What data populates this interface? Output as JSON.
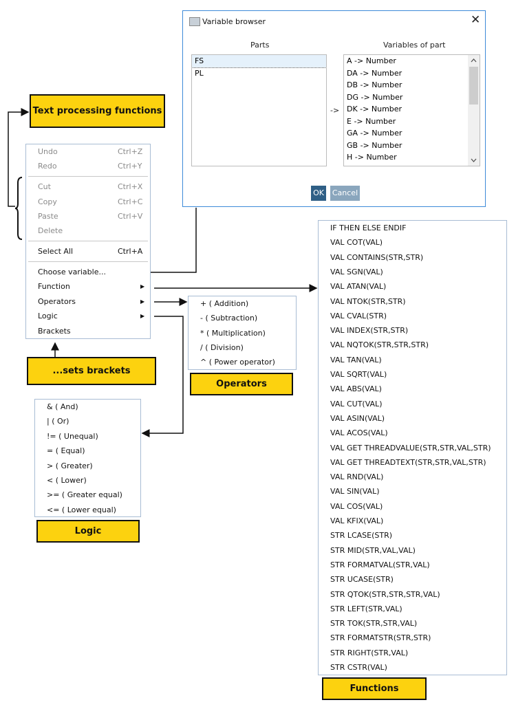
{
  "dialog": {
    "title": "Variable browser",
    "parts_label": "Parts",
    "variables_label": "Variables of part",
    "arrow": "->",
    "parts": [
      "FS",
      "PL"
    ],
    "variables": [
      "A -> Number",
      "DA -> Number",
      "DB -> Number",
      "DG -> Number",
      "DK -> Number",
      "E -> Number",
      "GA -> Number",
      "GB -> Number",
      "H -> Number"
    ],
    "ok": "OK",
    "cancel": "Cancel",
    "ok_color": "#2f5f86",
    "cancel_color": "#8aa6bd"
  },
  "callouts": {
    "text_processing": "Text processing functions",
    "brackets": "...sets brackets",
    "operators": "Operators",
    "logic": "Logic",
    "functions": "Functions",
    "color": "#fcd20f"
  },
  "context_menu": {
    "items": [
      {
        "label": "Undo",
        "shortcut": "Ctrl+Z",
        "disabled": true
      },
      {
        "label": "Redo",
        "shortcut": "Ctrl+Y",
        "disabled": true
      },
      {
        "label": "Cut",
        "shortcut": "Ctrl+X",
        "disabled": true
      },
      {
        "label": "Copy",
        "shortcut": "Ctrl+C",
        "disabled": true
      },
      {
        "label": "Paste",
        "shortcut": "Ctrl+V",
        "disabled": true
      },
      {
        "label": "Delete",
        "shortcut": "",
        "disabled": true
      },
      {
        "label": "Select All",
        "shortcut": "Ctrl+A",
        "disabled": false
      },
      {
        "label": "Choose variable...",
        "shortcut": "",
        "disabled": false
      },
      {
        "label": "Function",
        "shortcut": "",
        "submenu": true
      },
      {
        "label": "Operators",
        "shortcut": "",
        "submenu": true
      },
      {
        "label": "Logic",
        "shortcut": "",
        "submenu": true
      },
      {
        "label": "Brackets",
        "shortcut": "",
        "disabled": false
      }
    ]
  },
  "operators": [
    "+ ( Addition)",
    "- ( Subtraction)",
    "* ( Multiplication)",
    "/ ( Division)",
    "^ ( Power operator)"
  ],
  "logic": [
    "& ( And)",
    "| ( Or)",
    "!= ( Unequal)",
    "= ( Equal)",
    "> ( Greater)",
    "< ( Lower)",
    ">= ( Greater equal)",
    "<= ( Lower equal)"
  ],
  "functions": [
    "IF THEN ELSE ENDIF",
    "VAL COT(VAL)",
    "VAL CONTAINS(STR,STR)",
    "VAL SGN(VAL)",
    "VAL ATAN(VAL)",
    "VAL NTOK(STR,STR)",
    "VAL CVAL(STR)",
    "VAL INDEX(STR,STR)",
    "VAL NQTOK(STR,STR,STR)",
    "VAL TAN(VAL)",
    "VAL SQRT(VAL)",
    "VAL ABS(VAL)",
    "VAL CUT(VAL)",
    "VAL ASIN(VAL)",
    "VAL ACOS(VAL)",
    "VAL GET THREADVALUE(STR,STR,VAL,STR)",
    "VAL GET THREADTEXT(STR,STR,VAL,STR)",
    "VAL RND(VAL)",
    "VAL SIN(VAL)",
    "VAL COS(VAL)",
    "VAL KFIX(VAL)",
    "STR LCASE(STR)",
    "STR MID(STR,VAL,VAL)",
    "STR FORMATVAL(STR,VAL)",
    "STR UCASE(STR)",
    "STR QTOK(STR,STR,STR,VAL)",
    "STR LEFT(STR,VAL)",
    "STR TOK(STR,STR,VAL)",
    "STR FORMATSTR(STR,STR)",
    "STR RIGHT(STR,VAL)",
    "STR CSTR(VAL)"
  ]
}
